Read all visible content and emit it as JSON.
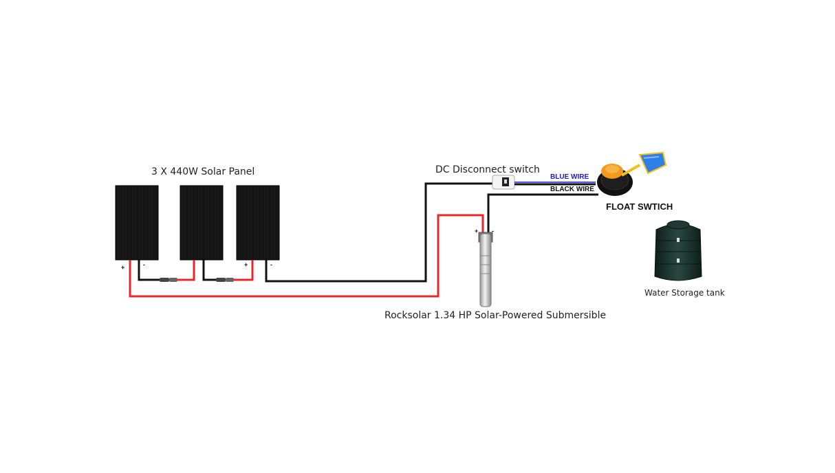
{
  "labels": {
    "solar_panels": "3 X 440W Solar Panel",
    "dc_disconnect": "DC Disconnect switch",
    "blue_wire": "BLUE WIRE",
    "black_wire": "BLACK WIRE",
    "float_switch": "FLOAT SWTICH",
    "water_tank": "Water Storage tank",
    "pump": "Rocksolar 1.34 HP Solar-Powered Submersible"
  },
  "polarity": {
    "plus": "+",
    "minus": "-"
  },
  "colors": {
    "positive_wire": "#e8262b",
    "negative_wire": "#111111",
    "blue_wire": "#1a1ad6",
    "panel": "#151515",
    "float_body": "#f39a1a",
    "float_bulb": "#2f7fe8",
    "tank": "#16302a"
  }
}
